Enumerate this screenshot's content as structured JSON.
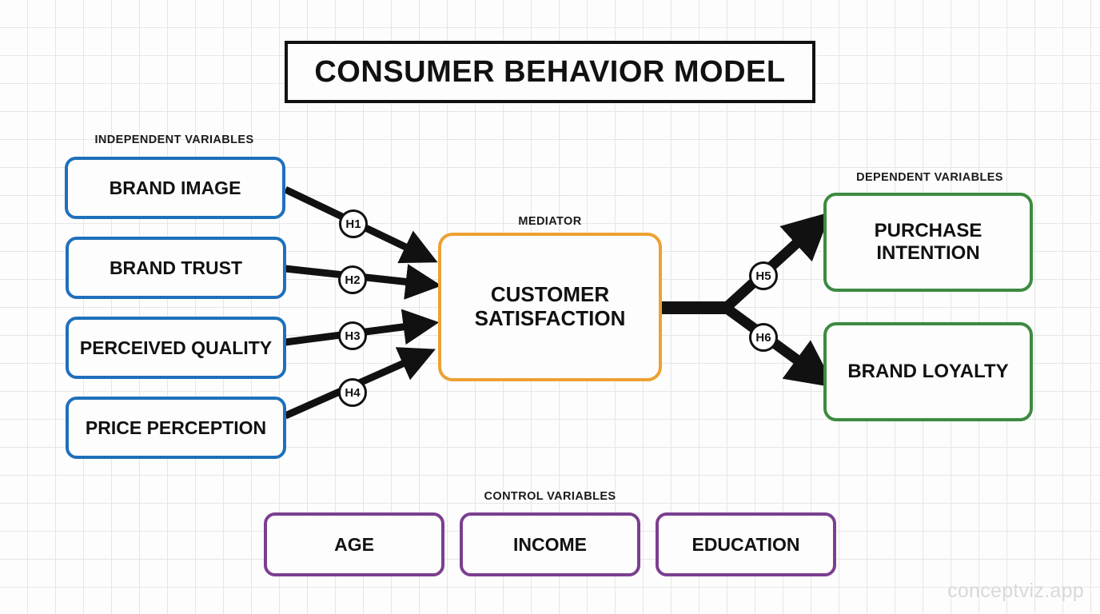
{
  "title": "CONSUMER BEHAVIOR MODEL",
  "watermark": "conceptviz.app",
  "colors": {
    "independent": "#1f70ba",
    "mediator": "#eda033",
    "dependent": "#3d8b40",
    "control": "#7b3f8f",
    "arrow": "#111111",
    "title_border": "#111111",
    "background": "#fdfdfd",
    "grid": "#e6e6e6",
    "watermark": "#d9d9dd"
  },
  "sections": {
    "independent_label": "INDEPENDENT VARIABLES",
    "mediator_label": "MEDIATOR",
    "dependent_label": "DEPENDENT VARIABLES",
    "control_label": "CONTROL VARIABLES"
  },
  "independent_variables": [
    {
      "label": "BRAND IMAGE"
    },
    {
      "label": "BRAND TRUST"
    },
    {
      "label": "PERCEIVED QUALITY"
    },
    {
      "label": "PRICE PERCEPTION"
    }
  ],
  "mediator": {
    "label": "CUSTOMER SATISFACTION"
  },
  "dependent_variables": [
    {
      "label": "PURCHASE INTENTION"
    },
    {
      "label": "BRAND LOYALTY"
    }
  ],
  "control_variables": [
    {
      "label": "AGE"
    },
    {
      "label": "INCOME"
    },
    {
      "label": "EDUCATION"
    }
  ],
  "hypotheses": [
    {
      "id": "H1",
      "from": "BRAND IMAGE",
      "to": "CUSTOMER SATISFACTION"
    },
    {
      "id": "H2",
      "from": "BRAND TRUST",
      "to": "CUSTOMER SATISFACTION"
    },
    {
      "id": "H3",
      "from": "PERCEIVED QUALITY",
      "to": "CUSTOMER SATISFACTION"
    },
    {
      "id": "H4",
      "from": "PRICE PERCEPTION",
      "to": "CUSTOMER SATISFACTION"
    },
    {
      "id": "H5",
      "from": "CUSTOMER SATISFACTION",
      "to": "PURCHASE INTENTION"
    },
    {
      "id": "H6",
      "from": "CUSTOMER SATISFACTION",
      "to": "BRAND LOYALTY"
    }
  ]
}
